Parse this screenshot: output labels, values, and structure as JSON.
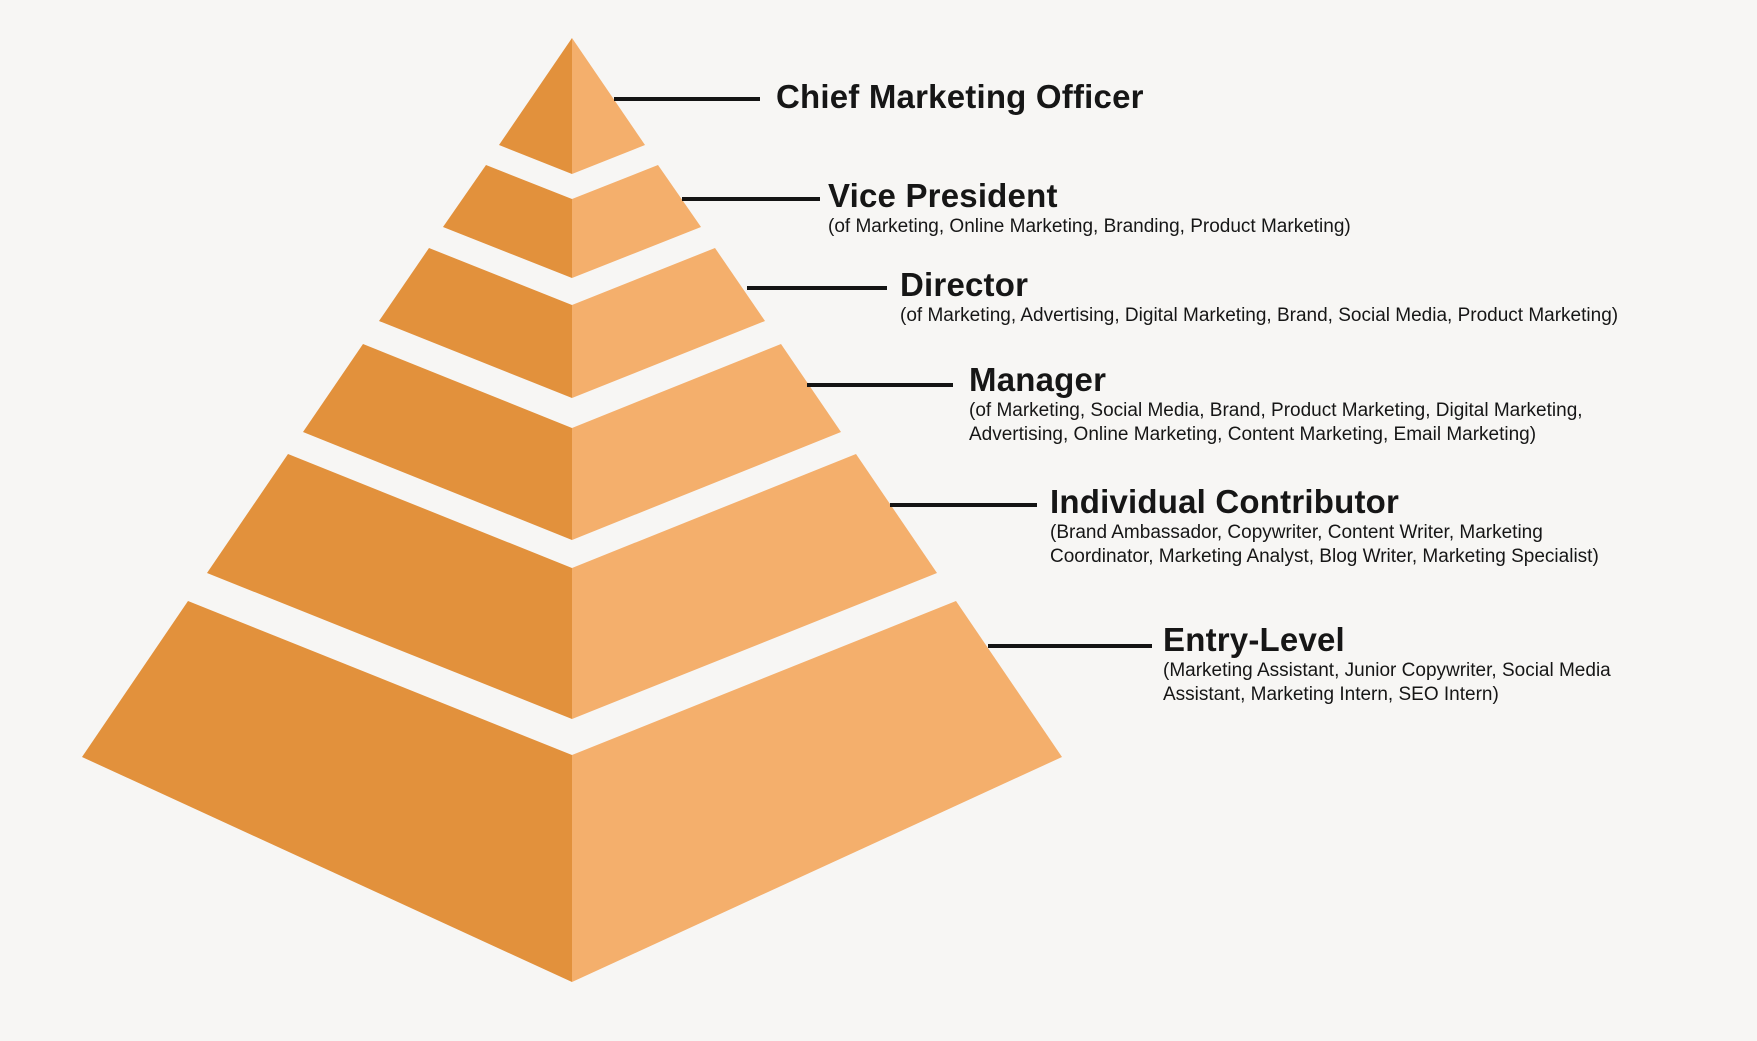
{
  "background_color": "#F7F6F4",
  "text_color": "#161616",
  "leader": {
    "color": "#141414"
  },
  "pyramid": {
    "face_dark": "#E2913C",
    "face_light": "#F4AF6C"
  },
  "levels": [
    {
      "id": "cmo",
      "title": "Chief Marketing Officer",
      "subtitle_lines": []
    },
    {
      "id": "vp",
      "title": "Vice President",
      "subtitle_lines": [
        "(of Marketing, Online Marketing, Branding, Product Marketing)"
      ]
    },
    {
      "id": "director",
      "title": "Director",
      "subtitle_lines": [
        "(of Marketing, Advertising, Digital Marketing, Brand, Social Media, Product Marketing)"
      ]
    },
    {
      "id": "manager",
      "title": "Manager",
      "subtitle_lines": [
        "(of Marketing, Social Media, Brand, Product Marketing, Digital Marketing,",
        "Advertising, Online Marketing, Content Marketing, Email Marketing)"
      ]
    },
    {
      "id": "ic",
      "title": "Individual Contributor",
      "subtitle_lines": [
        "(Brand Ambassador, Copywriter, Content Writer, Marketing",
        "Coordinator, Marketing Analyst, Blog Writer, Marketing Specialist)"
      ]
    },
    {
      "id": "entry",
      "title": "Entry-Level",
      "subtitle_lines": [
        "(Marketing Assistant, Junior Copywriter, Social Media",
        "Assistant, Marketing Intern, SEO Intern)"
      ]
    }
  ]
}
